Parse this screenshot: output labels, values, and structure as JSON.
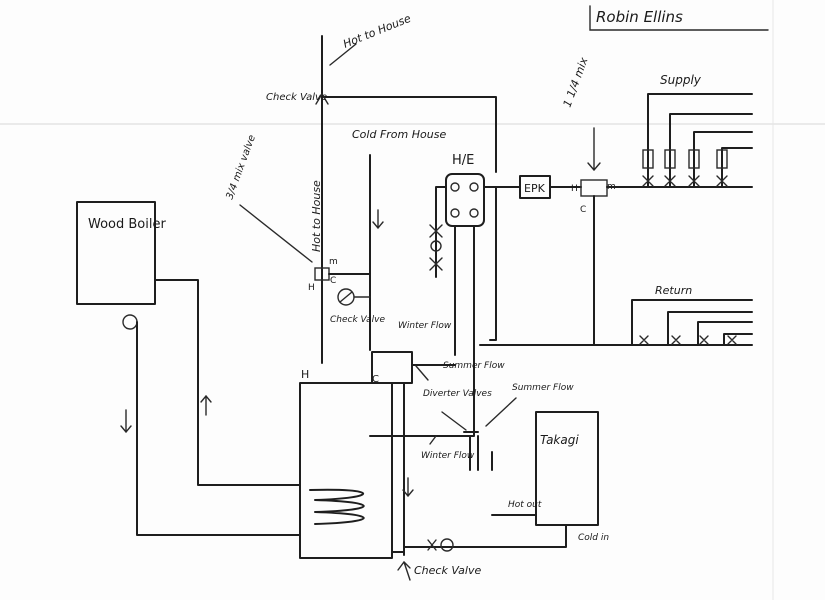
{
  "author": "Robin Ellins",
  "labels": {
    "hot_to_house_top": "Hot to House",
    "check_valve_top": "Check Valve",
    "mix_valve_3_4": "3/4 mix valve",
    "hot_to_house_vertical": "Hot to House",
    "cold_from_house": "Cold From House",
    "he": "H/E",
    "epk": "EPK",
    "mix_valve_1_1_4": "1 1/4 mix",
    "supply": "Supply",
    "return": "Return",
    "wood_boiler": "Wood Boiler",
    "check_valve_mid": "Check Valve",
    "winter_flow_top": "Winter Flow",
    "summer_flow_left": "Summer Flow",
    "diverter_valves": "Diverter Valves",
    "summer_flow_right": "Summer Flow",
    "winter_flow_bottom": "Winter Flow",
    "takagi": "Takagi",
    "hot_out": "Hot out",
    "cold_in": "Cold in",
    "check_valve_bottom": "Check Valve"
  },
  "port_letters": {
    "h": "H",
    "m": "m",
    "c": "C"
  },
  "colors": {
    "ink": "#1e1e1e",
    "paper": "#fdfdfd"
  }
}
